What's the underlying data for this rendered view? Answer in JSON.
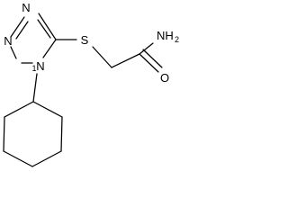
{
  "molecule": {
    "atoms": {
      "n_top": "N",
      "n_left": "N",
      "n_ring": "N",
      "n_ring_locant": "1",
      "s": "S",
      "nh2": "NH",
      "nh2_sub": "2",
      "o": "O"
    }
  }
}
